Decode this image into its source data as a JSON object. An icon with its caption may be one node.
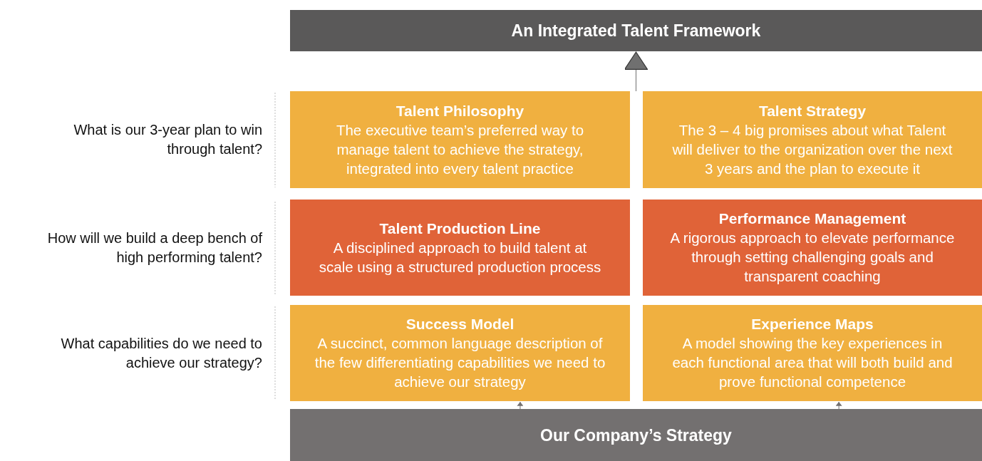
{
  "diagram": {
    "nodes": [
      {
        "text": [
          "An Integrated Talent Framework"
        ]
      },
      {
        "text": [
          "Talent Philosophy",
          "The executive team’s preferred way to manage talent to achieve the strategy, integrated into every talent practice"
        ]
      },
      {
        "text": [
          "Talent Strategy",
          "The 3 – 4 big promises about what Talent will deliver to the organization over the next 3 years and the plan to execute it"
        ]
      },
      {
        "text": [
          "Talent Production Line",
          "A disciplined approach to build talent at scale using a structured production process"
        ]
      },
      {
        "text": [
          "Performance Management",
          "A rigorous approach to elevate performance through setting challenging goals and transparent coaching"
        ]
      },
      {
        "text": [
          "Success Model",
          "A succinct, common language description of the few differentiating capabilities we need to achieve our strategy"
        ]
      },
      {
        "text": [
          "Experience Maps",
          "A model showing the key experiences in each functional area that will both build and prove functional competence"
        ]
      },
      {
        "text": [
          "Our Company’s Strategy"
        ]
      }
    ],
    "edges": [
      {
        "from": 1,
        "to": 0,
        "arrow": "to"
      },
      {
        "from": 7,
        "to": 5,
        "arrow": "to"
      },
      {
        "from": 7,
        "to": 6,
        "arrow": "to"
      }
    ],
    "labels": [
      "What is our 3-year plan to win through talent?",
      "How will we build a deep bench of high performing talent?",
      "What capabilities do we need to achieve our strategy?"
    ]
  }
}
